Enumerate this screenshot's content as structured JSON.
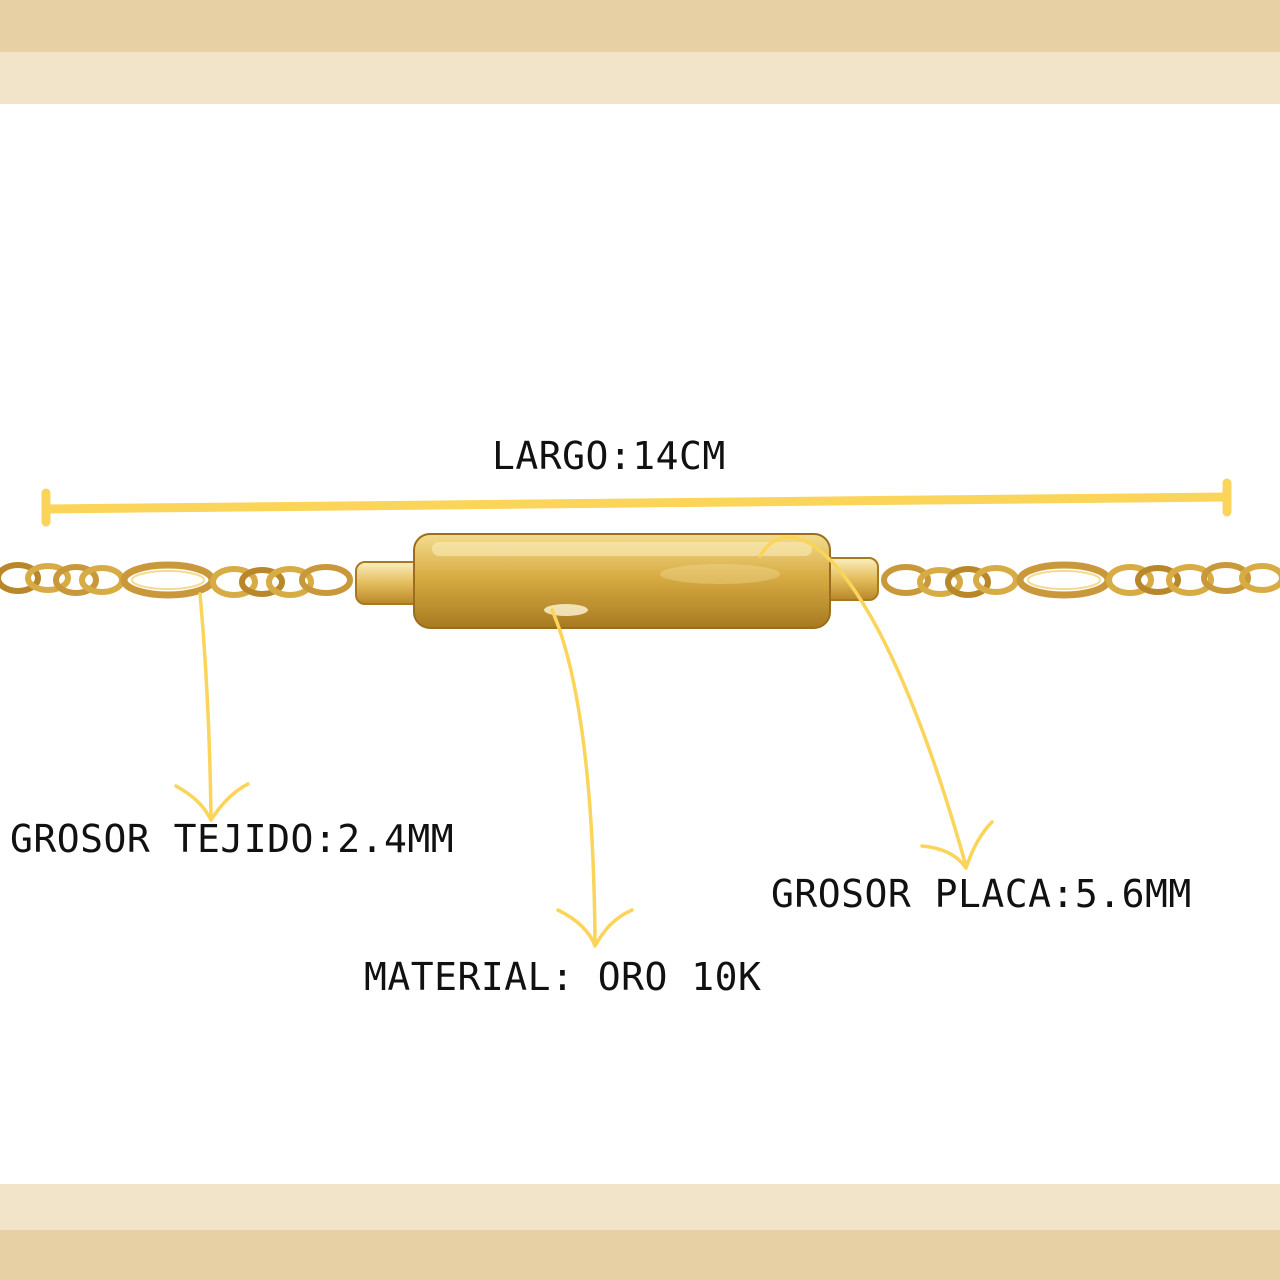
{
  "labels": {
    "largo": "LARGO:14CM",
    "grosor_tejido": "GROSOR TEJIDO:2.4MM",
    "grosor_placa": "GROSOR PLACA:5.6MM",
    "material": "MATERIAL: ORO 10K"
  },
  "colors": {
    "band_dark": "#e7d1a4",
    "band_light": "#f1e4c8",
    "accent_yellow": "#fbd45a",
    "gold_light": "#f3dc8f",
    "gold_mid": "#d8ac44",
    "gold_dark": "#a87a20",
    "text": "#111111"
  },
  "icons": {
    "measure_bar": "dimension-line-icon",
    "arrow": "curved-down-arrow-icon"
  }
}
